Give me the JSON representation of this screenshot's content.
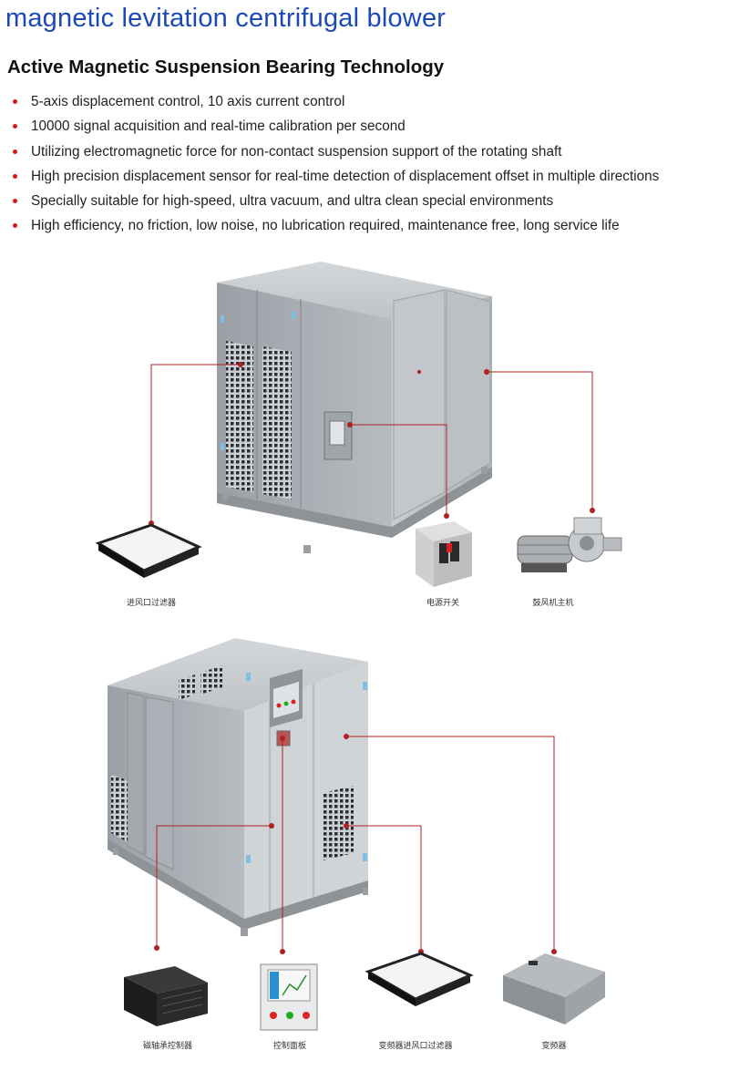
{
  "header": {
    "title": "magnetic levitation centrifugal blower",
    "subtitle": "Active Magnetic Suspension Bearing Technology"
  },
  "features": [
    "5-axis displacement control, 10 axis current control",
    "10000 signal acquisition and real-time calibration per second",
    "Utilizing electromagnetic force for non-contact suspension support of the rotating shaft",
    "High precision displacement sensor for real-time detection of displacement offset in multiple directions",
    "Specially suitable for high-speed, ultra vacuum, and ultra clean special environments",
    "High efficiency, no friction, low noise, no lubrication required, maintenance free, long service life"
  ],
  "diagram_top": {
    "captions": {
      "inlet_filter": "进风口过滤器",
      "power_switch": "电源开关",
      "blower_main": "鼓风机主机"
    }
  },
  "diagram_bottom": {
    "captions": {
      "bearing_controller": "磁轴承控制器",
      "control_panel": "控制面板",
      "vfd_inlet_filter": "变频器进风口过滤器",
      "frequency_converter": "变频器"
    }
  },
  "colors": {
    "title": "#1d49b8",
    "bullet": "#d51a1a",
    "leader_line": "#b02020",
    "cabinet": "#b3b8bd"
  }
}
